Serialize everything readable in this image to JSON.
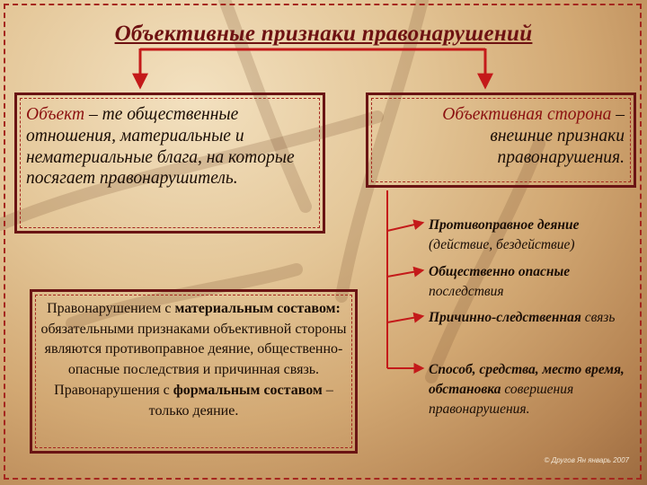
{
  "title": "Объективные признаки правонарушений",
  "object_box": {
    "term": "Объект",
    "text": " – те общественные отношения, материальные и нематериальные блага, на которые посягает правонарушитель."
  },
  "objective_side_box": {
    "term": "Объективная сторона",
    "text": " – внешние признаки правонарушения."
  },
  "material_box": {
    "p1": "Правонарушением с ",
    "p2": "материальным составом:",
    "p3": " обязательными признаками объективной стороны являются противоправное деяние, общественно-опасные последствия и причинная связь. Правонарушения с ",
    "p4": "формальным составом",
    "p5": " – только деяние."
  },
  "features": [
    {
      "bold": "Противоправное деяние",
      "rest": " (действие, бездействие)"
    },
    {
      "bold": "Общественно опасные",
      "rest": " последствия"
    },
    {
      "bold": "Причинно-следственная",
      "rest": " связь"
    },
    {
      "bold": "Способ, средства, место время, обстановка",
      "rest": " совершения правонарушения."
    }
  ],
  "copyright": "© Другов Ян   январь 2007",
  "colors": {
    "frame": "#a5271f",
    "arrow": "#c41a1a",
    "title": "#6e1212"
  }
}
